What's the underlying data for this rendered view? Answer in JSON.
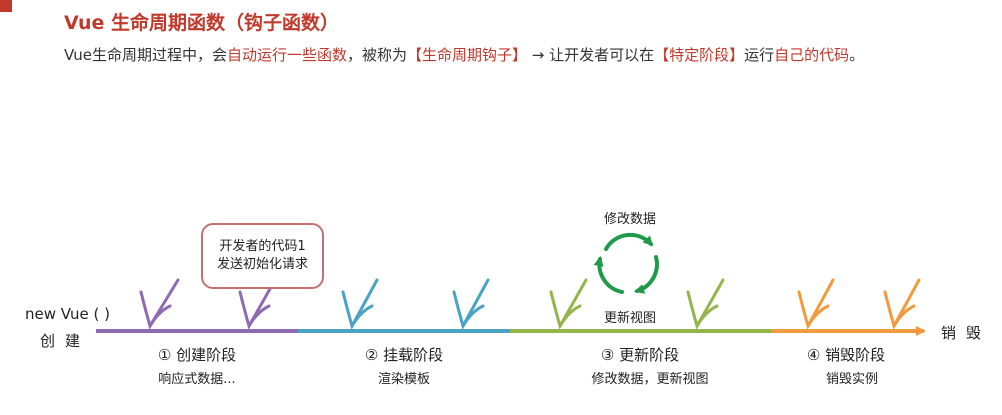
{
  "heading": {
    "title": "Vue 生命周期函数（钩子函数）"
  },
  "description": {
    "p1": "Vue生命周期过程中，会",
    "p2": "自动运行一些函数",
    "p3": "，被称为",
    "p4": "【生命周期钩子】",
    "p5": " → 让开发者可以在",
    "p6": "【特定阶段】",
    "p7": "运行",
    "p8": "自己的代码",
    "p9": "。"
  },
  "timeline": {
    "start_label_top": "new Vue ( )",
    "start_label_bottom": "创建",
    "end_label": "销毁",
    "stages": [
      {
        "name": "① 创建阶段",
        "note": "响应式数据...",
        "color": "#8e6bb0"
      },
      {
        "name": "② 挂载阶段",
        "note": "渲染模板",
        "color": "#4aa3c2"
      },
      {
        "name": "③ 更新阶段",
        "note": "修改数据，更新视图",
        "color": "#94b54a"
      },
      {
        "name": "④ 销毁阶段",
        "note": "销毁实例",
        "color": "#f19a3e"
      }
    ]
  },
  "callout": {
    "line1": "开发者的代码1",
    "line2": "发送初始化请求"
  },
  "update_cycle": {
    "top_label": "修改数据",
    "bottom_label": "更新视图",
    "color": "#1e9a4a"
  },
  "colors": {
    "accent": "#c0392b",
    "arrow_head": "#f19a3e"
  }
}
